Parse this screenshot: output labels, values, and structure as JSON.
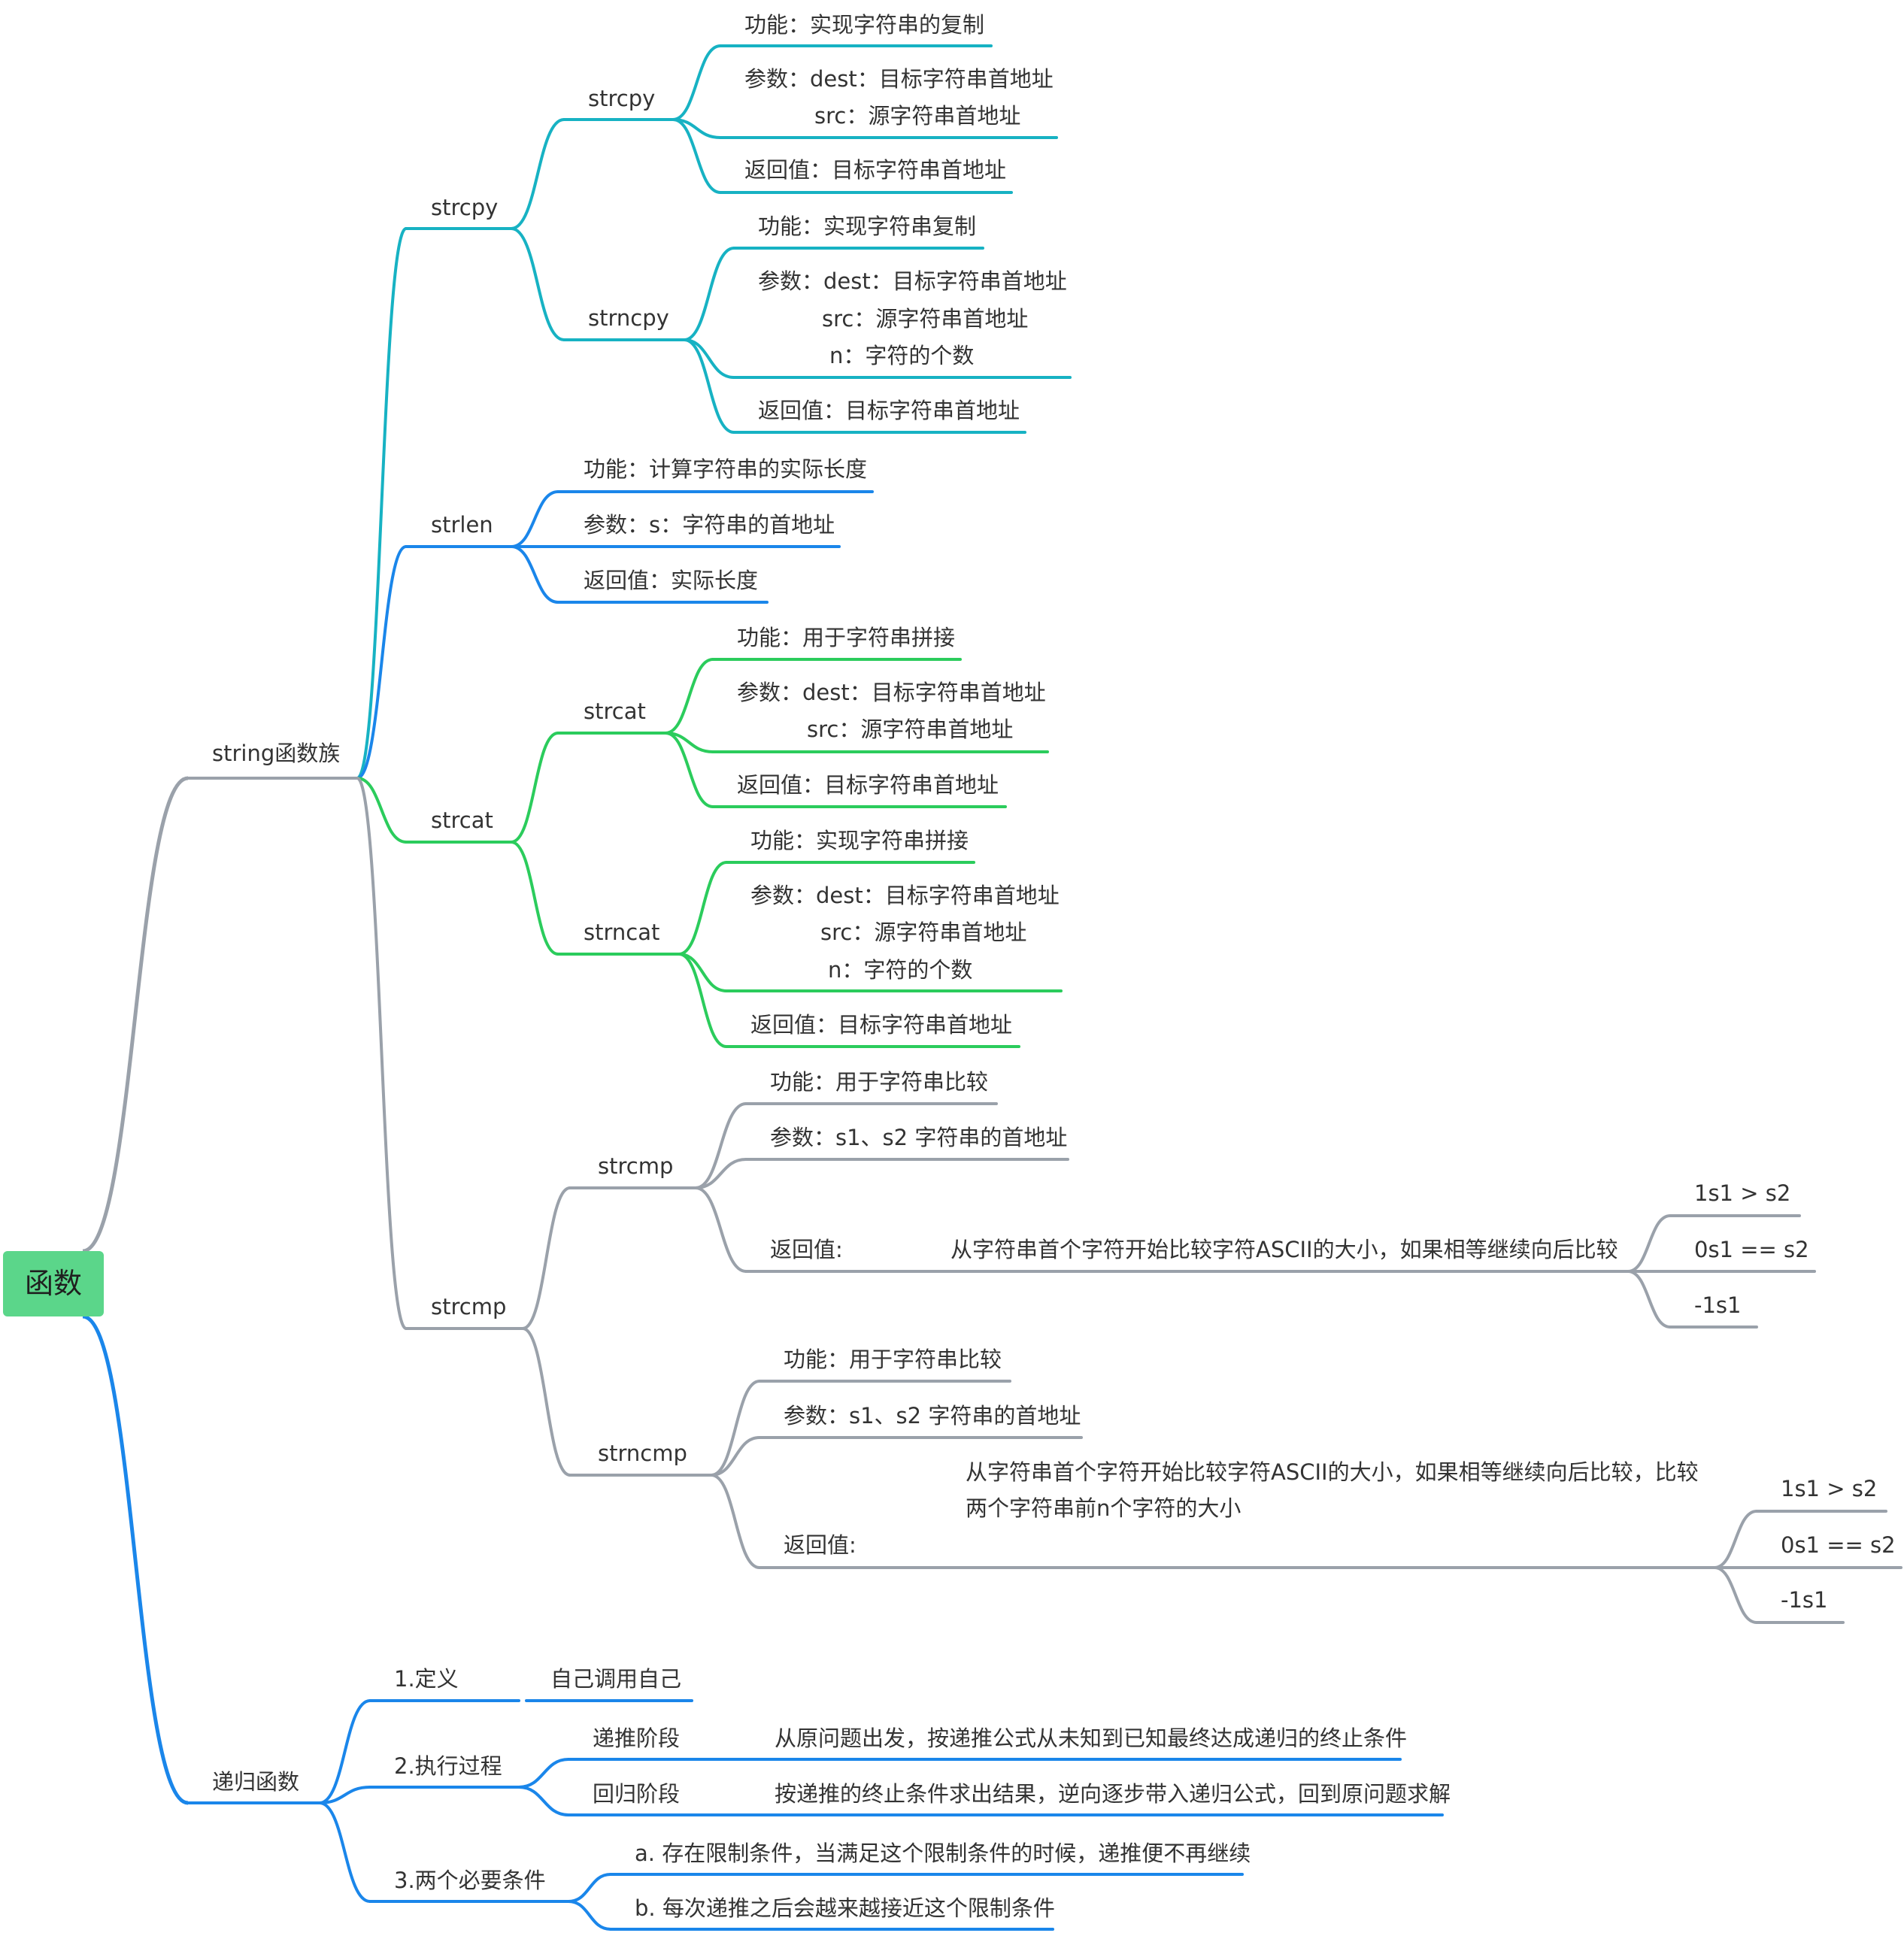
{
  "colors": {
    "gray": "#9aa1aa",
    "teal": "#17b2c3",
    "blue": "#1a86ea",
    "green": "#2bcc5c",
    "root": "#5bd68a"
  },
  "root": {
    "label": "函数"
  },
  "string_group": {
    "label": "string函数族",
    "strcpy_group": {
      "label": "strcpy",
      "strcpy": {
        "label": "strcpy",
        "func": "功能：实现字符串的复制",
        "param_line1": "参数：dest：目标字符串首地址",
        "param_line2": "src：源字符串首地址",
        "ret": "返回值：目标字符串首地址"
      },
      "strncpy": {
        "label": "strncpy",
        "func": "功能：实现字符串复制",
        "param_line1": "参数：dest：目标字符串首地址",
        "param_line2": "src：源字符串首地址",
        "param_line3": "n：字符的个数",
        "ret": "返回值：目标字符串首地址"
      }
    },
    "strlen": {
      "label": "strlen",
      "func": "功能：计算字符串的实际长度",
      "param": "参数：s：字符串的首地址",
      "ret": "返回值：实际长度"
    },
    "strcat_group": {
      "label": "strcat",
      "strcat": {
        "label": "strcat",
        "func": "功能：用于字符串拼接",
        "param_line1": "参数：dest：目标字符串首地址",
        "param_line2": "src：源字符串首地址",
        "ret": "返回值：目标字符串首地址"
      },
      "strncat": {
        "label": "strncat",
        "func": "功能：实现字符串拼接",
        "param_line1": "参数：dest：目标字符串首地址",
        "param_line2": "src：源字符串首地址",
        "param_line3": "n：字符的个数",
        "ret": "返回值：目标字符串首地址"
      }
    },
    "strcmp_group": {
      "label": "strcmp",
      "strcmp": {
        "label": "strcmp",
        "func": "功能：用于字符串比较",
        "param": "参数：s1、s2 字符串的首地址",
        "ret": "返回值:",
        "ret_desc": "从字符串首个字符开始比较字符ASCII的大小，如果相等继续向后比较",
        "results": [
          "1s1 > s2",
          "0s1 == s2",
          "-1s1"
        ]
      },
      "strncmp": {
        "label": "strncmp",
        "func": "功能：用于字符串比较",
        "param": "参数：s1、s2 字符串的首地址",
        "ret": "返回值:",
        "ret_desc_line1": "从字符串首个字符开始比较字符ASCII的大小，如果相等继续向后比较，比较",
        "ret_desc_line2": "两个字符串前n个字符的大小",
        "results": [
          "1s1 > s2",
          "0s1 == s2",
          "-1s1"
        ]
      }
    }
  },
  "recursion": {
    "label": "递归函数",
    "definition": {
      "label": "1.定义",
      "value": "自己调用自己"
    },
    "process": {
      "label": "2.执行过程",
      "forward": {
        "label": "递推阶段",
        "value": "从原问题出发，按递推公式从未知到已知最终达成递归的终止条件"
      },
      "backward": {
        "label": "回归阶段",
        "value": "按递推的终止条件求出结果，逆向逐步带入递归公式，回到原问题求解"
      }
    },
    "conditions": {
      "label": "3.两个必要条件",
      "a": "a. 存在限制条件，当满足这个限制条件的时候，递推便不再继续",
      "b": "b. 每次递推之后会越来越接近这个限制条件"
    }
  }
}
